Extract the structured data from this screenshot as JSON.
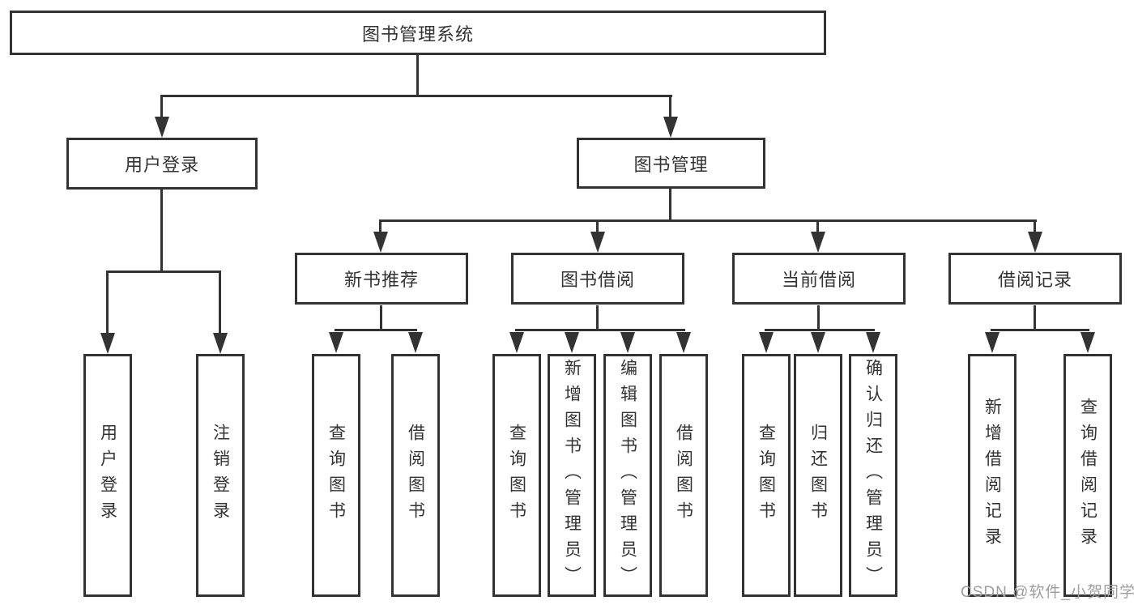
{
  "diagram": {
    "root": "图书管理系统",
    "level2": [
      "用户登录",
      "图书管理"
    ],
    "level3": [
      "新书推荐",
      "图书借阅",
      "当前借阅",
      "借阅记录"
    ],
    "leaves": [
      "用户登录",
      "注销登录",
      "查询图书",
      "借阅图书",
      "查询图书",
      "新增图书（管理员）",
      "编辑图书（管理员）",
      "借阅图书",
      "查询图书",
      "归还图书",
      "确认归还（管理员）",
      "新增借阅记录",
      "查询借阅记录"
    ]
  },
  "watermark": {
    "text": "CSDN @软件_小贺同学",
    "color": "#9e9e9e"
  },
  "colors": {
    "line": "#333333",
    "box_border": "#333333",
    "text": "#333333",
    "background": "#ffffff"
  }
}
